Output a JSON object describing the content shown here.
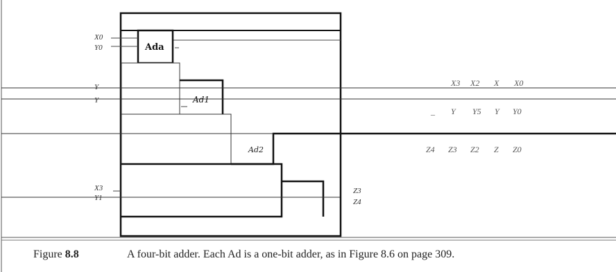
{
  "diagram": {
    "blocks": [
      "Ada",
      "Ad1",
      "Ad2"
    ],
    "left_inputs": [
      "X0",
      "Y0",
      "Y",
      "Y",
      "X3",
      "Y1"
    ],
    "right_outputs": [
      "Z3",
      "Z4"
    ],
    "equation": {
      "row1": [
        "X3",
        "X2",
        "X",
        "X0"
      ],
      "row2": [
        "_",
        "Y",
        "Y5",
        "Y",
        "Y0"
      ],
      "row3": [
        "Z4",
        "Z3",
        "Z2",
        "Z",
        "Z0"
      ]
    }
  },
  "caption": {
    "label": "Figure",
    "number": "8.8",
    "text": "A four-bit adder. Each Ad is a one-bit adder, as in Figure 8.6 on page 309."
  }
}
